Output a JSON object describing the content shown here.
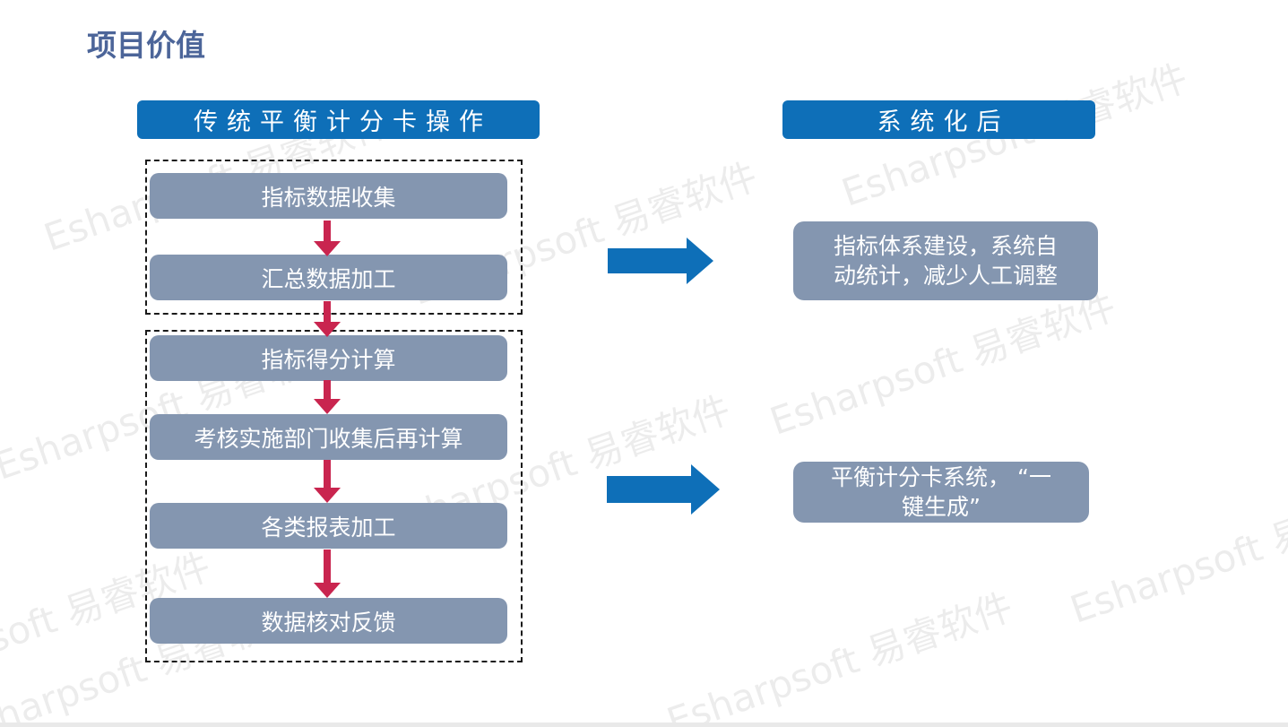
{
  "page": {
    "title": "项目价值"
  },
  "colors": {
    "accent_blue": "#0E6FB8",
    "box_gray": "#8496B0",
    "arrow_red": "#C9254F",
    "title_blue": "#4C6599"
  },
  "left_column": {
    "header": "传统平衡计分卡操作",
    "groups": [
      {
        "steps": [
          "指标数据收集",
          "汇总数据加工"
        ]
      },
      {
        "steps": [
          "指标得分计算",
          "考核实施部门收集后再计算",
          "各类报表加工",
          "数据核对反馈"
        ]
      }
    ]
  },
  "right_column": {
    "header": "系统化后",
    "results": [
      {
        "lines": [
          "指标体系建设，系统自",
          "动统计，减少人工调整"
        ]
      },
      {
        "lines": [
          "平衡计分卡系统， “一",
          "键生成”"
        ]
      }
    ]
  },
  "watermark": {
    "text": "Esharpsoft 易睿软件"
  }
}
